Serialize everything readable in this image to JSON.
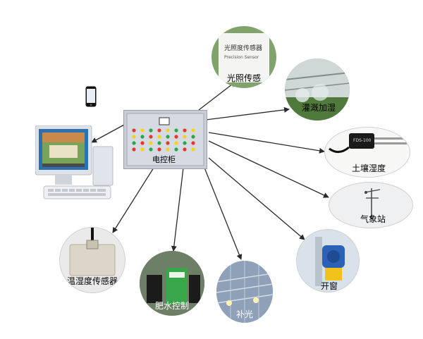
{
  "hub": {
    "label": "电控柜"
  },
  "nodes": {
    "light_sensor": {
      "label": "光照传感",
      "sensor_text": "光照度传感器",
      "sensor_sub": "Precision Sensor"
    },
    "irrigation": {
      "label": "灌溉加湿"
    },
    "soil": {
      "label": "土壤湿度",
      "probe_text": "FDS-100"
    },
    "weather": {
      "label": "气象站"
    },
    "window": {
      "label": "开窗"
    },
    "fill_light": {
      "label": "补光"
    },
    "fertilizer": {
      "label": "肥水控制"
    },
    "temp_humidity": {
      "label": "温湿度传感器"
    }
  },
  "colors": {
    "arrow": "#2a2a2a",
    "cabinet": "#c9cdd6",
    "node_border": "#d0d0d0"
  }
}
